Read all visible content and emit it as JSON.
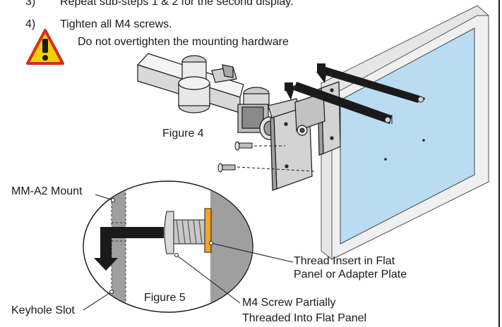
{
  "steps": [
    {
      "number": "3)",
      "text": "Repeat sub-steps 1 & 2 for the second display."
    },
    {
      "number": "4)",
      "text": "Tighten all M4 screws."
    }
  ],
  "warning": {
    "icon": "warning-triangle-exclamation-icon",
    "text": "Do not overtighten the mounting hardware",
    "icon_color": "#f5d000",
    "icon_border": "#d92a1c"
  },
  "figures": {
    "figure4_label": "Figure 4",
    "figure5_label": "Figure 5"
  },
  "callouts": {
    "mount": "MM-A2 Mount",
    "keyhole": "Keyhole Slot",
    "thread_insert_line1": "Thread Insert in Flat",
    "thread_insert_line2": "Panel or Adapter Plate",
    "screw_line1": "M4 Screw Partially",
    "screw_line2": "Threaded Into Flat Panel"
  },
  "colors": {
    "panel_screen": "#b9dcf2",
    "bezel": "#e6e6e6",
    "thread_insert": "#f1a52b",
    "arrow": "#1a1a1a"
  }
}
